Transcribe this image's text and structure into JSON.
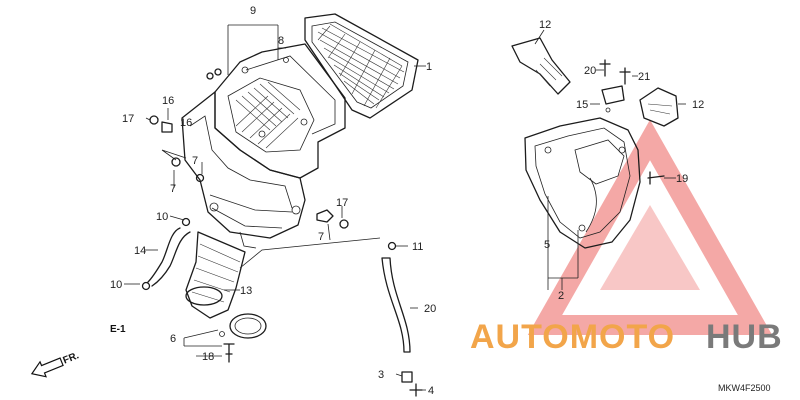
{
  "diagram": {
    "code": "MKW4F2500",
    "front_marker": "FR.",
    "section_ref": "E-1",
    "callouts": [
      "1",
      "2",
      "3",
      "4",
      "5",
      "6",
      "7",
      "7",
      "7",
      "8",
      "9",
      "10",
      "10",
      "11",
      "12",
      "12",
      "13",
      "14",
      "15",
      "16",
      "16",
      "17",
      "17",
      "18",
      "19",
      "20",
      "20",
      "21"
    ]
  },
  "watermark": {
    "word_a": "AUTOMOTO",
    "word_b": "HUB",
    "color_a": "#f2a54a",
    "color_b": "#7a7a7a",
    "triangle_color": "#e8463f"
  }
}
